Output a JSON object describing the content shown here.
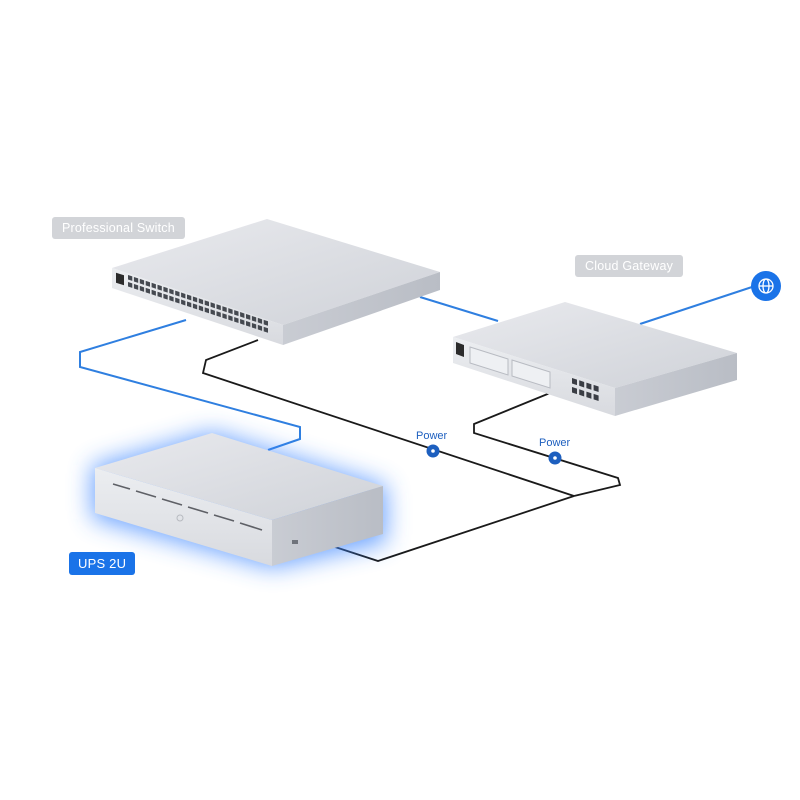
{
  "labels": {
    "switch": "Professional Switch",
    "gateway": "Cloud Gateway",
    "ups": "UPS 2U",
    "power_1": "Power",
    "power_2": "Power"
  },
  "icons": {
    "internet": "globe-icon",
    "power_node": "power-dot-icon"
  },
  "colors": {
    "data_cable": "#2f7fe0",
    "power_cable": "#1a1a1a",
    "accent": "#1a73e8",
    "ups_glow": "#3d86ff",
    "tag_gray": "#d2d4d8",
    "device_body": "#d9dbe0"
  }
}
